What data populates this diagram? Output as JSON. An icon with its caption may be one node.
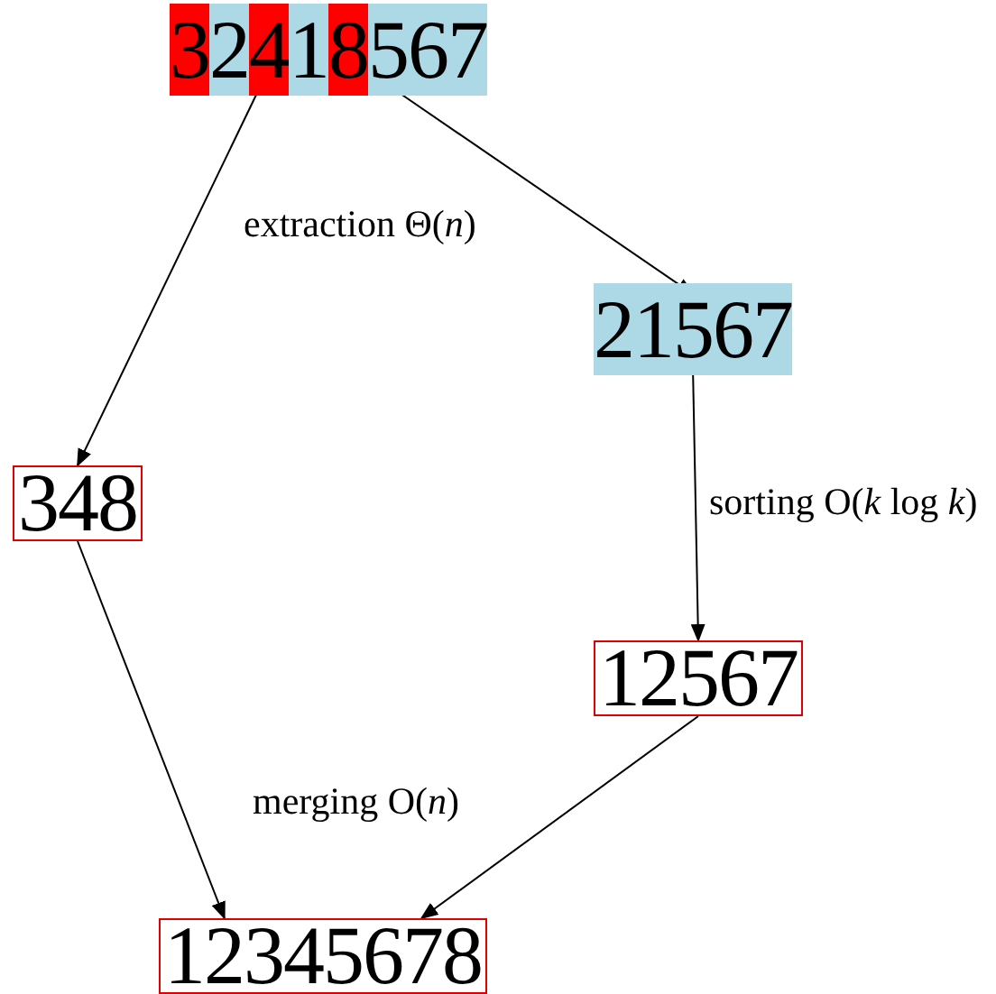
{
  "diagram": {
    "nodes": [
      {
        "text": [
          "32418567"
        ]
      },
      {
        "text": [
          "21567"
        ]
      },
      {
        "text": [
          "348"
        ]
      },
      {
        "text": [
          "12567"
        ]
      },
      {
        "text": [
          "12345678"
        ]
      }
    ],
    "edges": [
      {
        "from": 0,
        "to": 2,
        "arrow": "to"
      },
      {
        "from": 0,
        "to": 1,
        "arrow": "to"
      },
      {
        "from": 1,
        "to": 3,
        "arrow": "to"
      },
      {
        "from": 2,
        "to": 4,
        "arrow": "to"
      },
      {
        "from": 3,
        "to": 4,
        "arrow": "to"
      }
    ],
    "labels": [
      "extraction Θ(*n*)",
      "sorting O(*k* log *k*)",
      "merging O(*n*)"
    ]
  }
}
